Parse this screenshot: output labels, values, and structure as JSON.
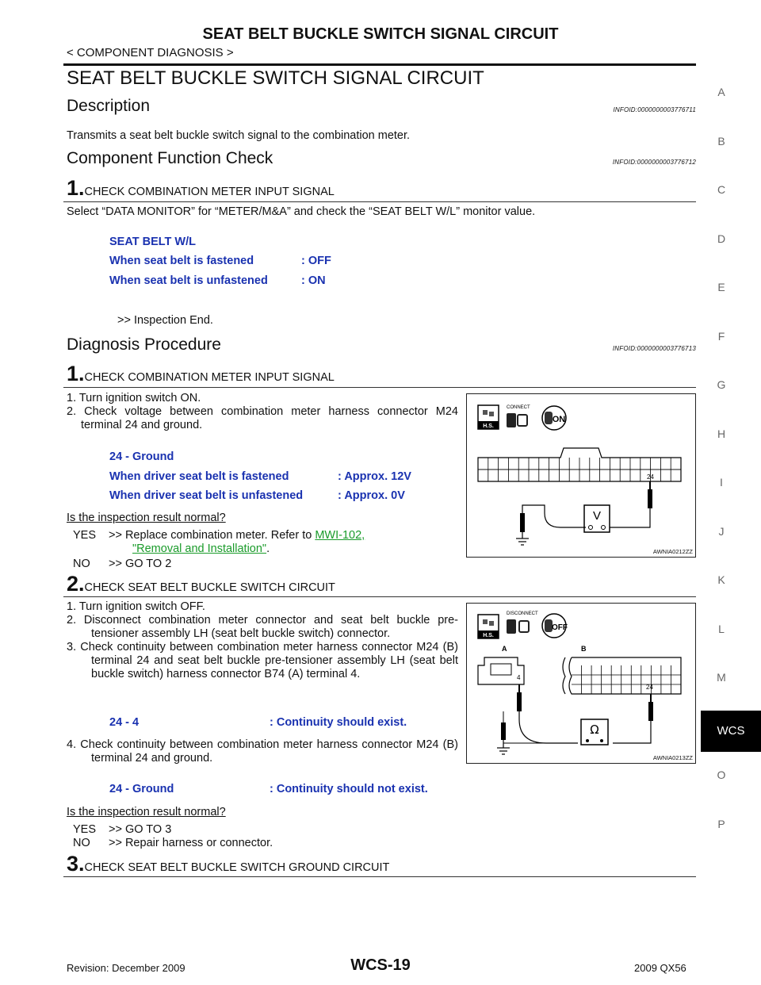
{
  "header": {
    "title": "SEAT BELT BUCKLE SWITCH SIGNAL CIRCUIT",
    "subtitle": "< COMPONENT DIAGNOSIS >"
  },
  "page_title": "SEAT BELT BUCKLE SWITCH SIGNAL CIRCUIT",
  "description": {
    "heading": "Description",
    "infoid": "INFOID:0000000003776711",
    "text": "Transmits a seat belt buckle switch signal to the combination meter."
  },
  "function_check": {
    "heading": "Component Function Check",
    "infoid": "INFOID:0000000003776712",
    "step_num": "1.",
    "step_title": "CHECK COMBINATION METER INPUT SIGNAL",
    "instruction": "Select “DATA MONITOR” for “METER/M&A” and check the “SEAT BELT W/L” monitor value.",
    "spec_title": "SEAT BELT W/L",
    "spec_row1_label": "When seat belt is fastened",
    "spec_row1_value": ": OFF",
    "spec_row2_label": "When seat belt is unfastened",
    "spec_row2_value": ": ON",
    "result": ">> Inspection End."
  },
  "diagnosis": {
    "heading": "Diagnosis Procedure",
    "infoid": "INFOID:0000000003776713",
    "step1": {
      "num": "1.",
      "title": "CHECK COMBINATION METER INPUT SIGNAL",
      "line1": "1. Turn ignition switch ON.",
      "line2": "2. Check voltage between combination meter harness connector M24 terminal 24 and ground.",
      "spec_title": "24 - Ground",
      "spec_row1_label": "When driver seat belt is fastened",
      "spec_row1_value": ": Approx. 12V",
      "spec_row2_label": "When driver seat belt is unfastened",
      "spec_row2_value": ": Approx. 0V",
      "question": "Is the inspection result normal?",
      "yes_label": "YES",
      "yes_text": ">> Replace combination meter. Refer to ",
      "yes_link1": "MWI-102,",
      "yes_link2": "\"Removal and Installation\"",
      "yes_end": ".",
      "no_label": "NO",
      "no_text": ">> GO TO 2",
      "figure": {
        "id": "AWNIA0212ZZ",
        "connect": "CONNECT",
        "hs": "H.S.",
        "on": "ON",
        "terminal": "24",
        "meter": "V"
      }
    },
    "step2": {
      "num": "2.",
      "title": "CHECK SEAT BELT BUCKLE SWITCH CIRCUIT",
      "line1": "1. Turn ignition switch OFF.",
      "line2": "2. Disconnect combination meter connector and seat belt buckle pre-tensioner assembly LH (seat belt buckle switch) connector.",
      "line3": "3. Check continuity between combination meter harness connector M24 (B) terminal 24 and seat belt buckle pre-tensioner assembly LH (seat belt buckle switch) harness connector B74 (A) terminal 4.",
      "spec1_label": "24 - 4",
      "spec1_value": ": Continuity should exist.",
      "line4": "4. Check continuity between combination meter harness connector M24 (B) terminal 24 and ground.",
      "spec2_label": "24 - Ground",
      "spec2_value": ": Continuity should not exist.",
      "question": "Is the inspection result normal?",
      "yes_label": "YES",
      "yes_text": ">> GO TO 3",
      "no_label": "NO",
      "no_text": ">> Repair harness or connector.",
      "figure": {
        "id": "AWNIA0213ZZ",
        "disconnect": "DISCONNECT",
        "hs": "H.S.",
        "off": "OFF",
        "label_a": "A",
        "label_b": "B",
        "terminal_a": "4",
        "terminal_b": "24",
        "meter": "Ω"
      }
    },
    "step3": {
      "num": "3.",
      "title": "CHECK SEAT BELT BUCKLE SWITCH GROUND CIRCUIT"
    }
  },
  "side_index": [
    "A",
    "B",
    "C",
    "D",
    "E",
    "F",
    "G",
    "H",
    "I",
    "J",
    "K",
    "L",
    "M",
    "WCS",
    "O",
    "P"
  ],
  "footer": {
    "revision": "Revision: December 2009",
    "page": "WCS-19",
    "model": "2009 QX56"
  }
}
